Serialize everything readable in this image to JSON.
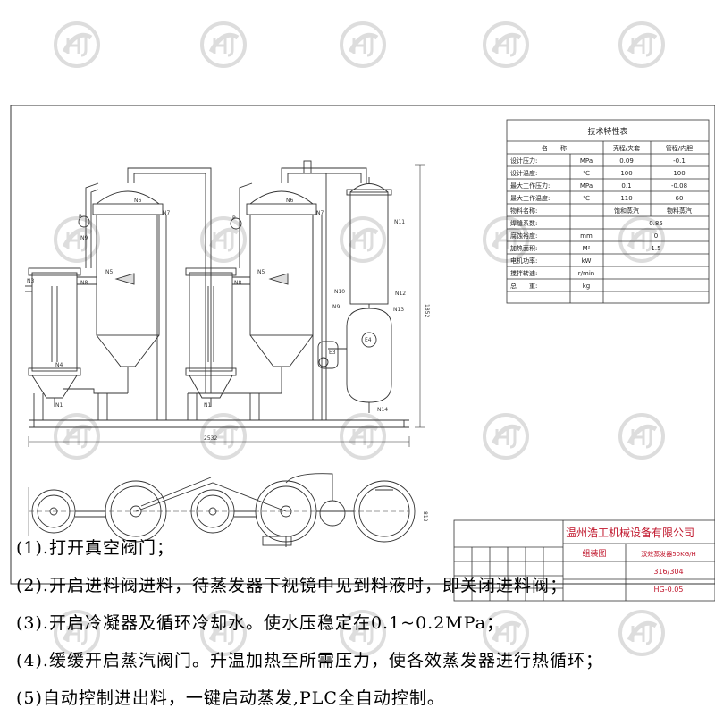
{
  "tech_table": {
    "title": "技术特性表",
    "headers": [
      "名　　称",
      "壳程/夹套",
      "管程/内胆"
    ],
    "rows": [
      {
        "name": "设计压力:",
        "unit": "MPa",
        "shell": "0.09",
        "tube": "-0.1"
      },
      {
        "name": "设计温度:",
        "unit": "℃",
        "shell": "100",
        "tube": "100"
      },
      {
        "name": "最大工作压力:",
        "unit": "MPa",
        "shell": "0.1",
        "tube": "-0.08"
      },
      {
        "name": "最大工作温度:",
        "unit": "℃",
        "shell": "110",
        "tube": "60"
      },
      {
        "name": "物料名称:",
        "unit": "",
        "shell": "饱和蒸汽",
        "tube": "物料蒸汽"
      },
      {
        "name": "焊缝系数:",
        "unit": "",
        "merged": "0.85"
      },
      {
        "name": "腐蚀裕度:",
        "unit": "mm",
        "merged": "0"
      },
      {
        "name": "加热面积:",
        "unit": "M²",
        "merged": "1.5"
      },
      {
        "name": "电机功率:",
        "unit": "kW",
        "merged": ""
      },
      {
        "name": "搅拌转速:",
        "unit": "r/min",
        "merged": ""
      },
      {
        "name": "总　　重:",
        "unit": "kg",
        "merged": ""
      }
    ]
  },
  "title_block": {
    "company": "温州浩工机械设备有限公司",
    "drawing_name": "组装图",
    "product": "双效蒸发器50KG/H",
    "material": "316/304",
    "drawing_no": "HG-0.05"
  },
  "dimensions": {
    "total_width": "2532",
    "total_height": "1852",
    "plan_height": "812"
  },
  "labels": [
    "N1",
    "N2",
    "N3",
    "N4",
    "N5",
    "N6",
    "N7",
    "N8",
    "N9",
    "N10",
    "N11",
    "N12",
    "N13",
    "N14",
    "E3",
    "E4",
    "P"
  ],
  "steps": [
    "(1).打开真空阀门；",
    "(2).开启进料阀进料，待蒸发器下视镜中见到料液时，即关闭进料阀；",
    "(3).开启冷凝器及循环冷却水。使水压稳定在0.1~0.2MPa；",
    "(4).缓缓开启蒸汽阀门。升温加热至所需压力，使各效蒸发器进行热循环；",
    "(5)自动控制进出料，一键启动蒸发,PLC全自动控制。"
  ],
  "colors": {
    "line": "#333333",
    "watermark": "#c8c8c8",
    "company": "#c0152b"
  }
}
